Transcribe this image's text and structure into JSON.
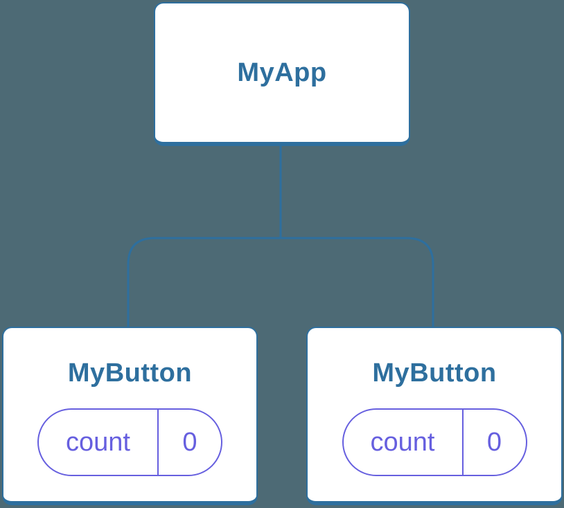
{
  "colors": {
    "bg": "#4D6A75",
    "blue": "#2E6F9E",
    "purple": "#665FDF",
    "card-bg": "#FFFFFF"
  },
  "tree": {
    "root": {
      "label": "MyApp"
    },
    "children": [
      {
        "label": "MyButton",
        "state": {
          "key": "count",
          "value": "0"
        }
      },
      {
        "label": "MyButton",
        "state": {
          "key": "count",
          "value": "0"
        }
      }
    ]
  }
}
